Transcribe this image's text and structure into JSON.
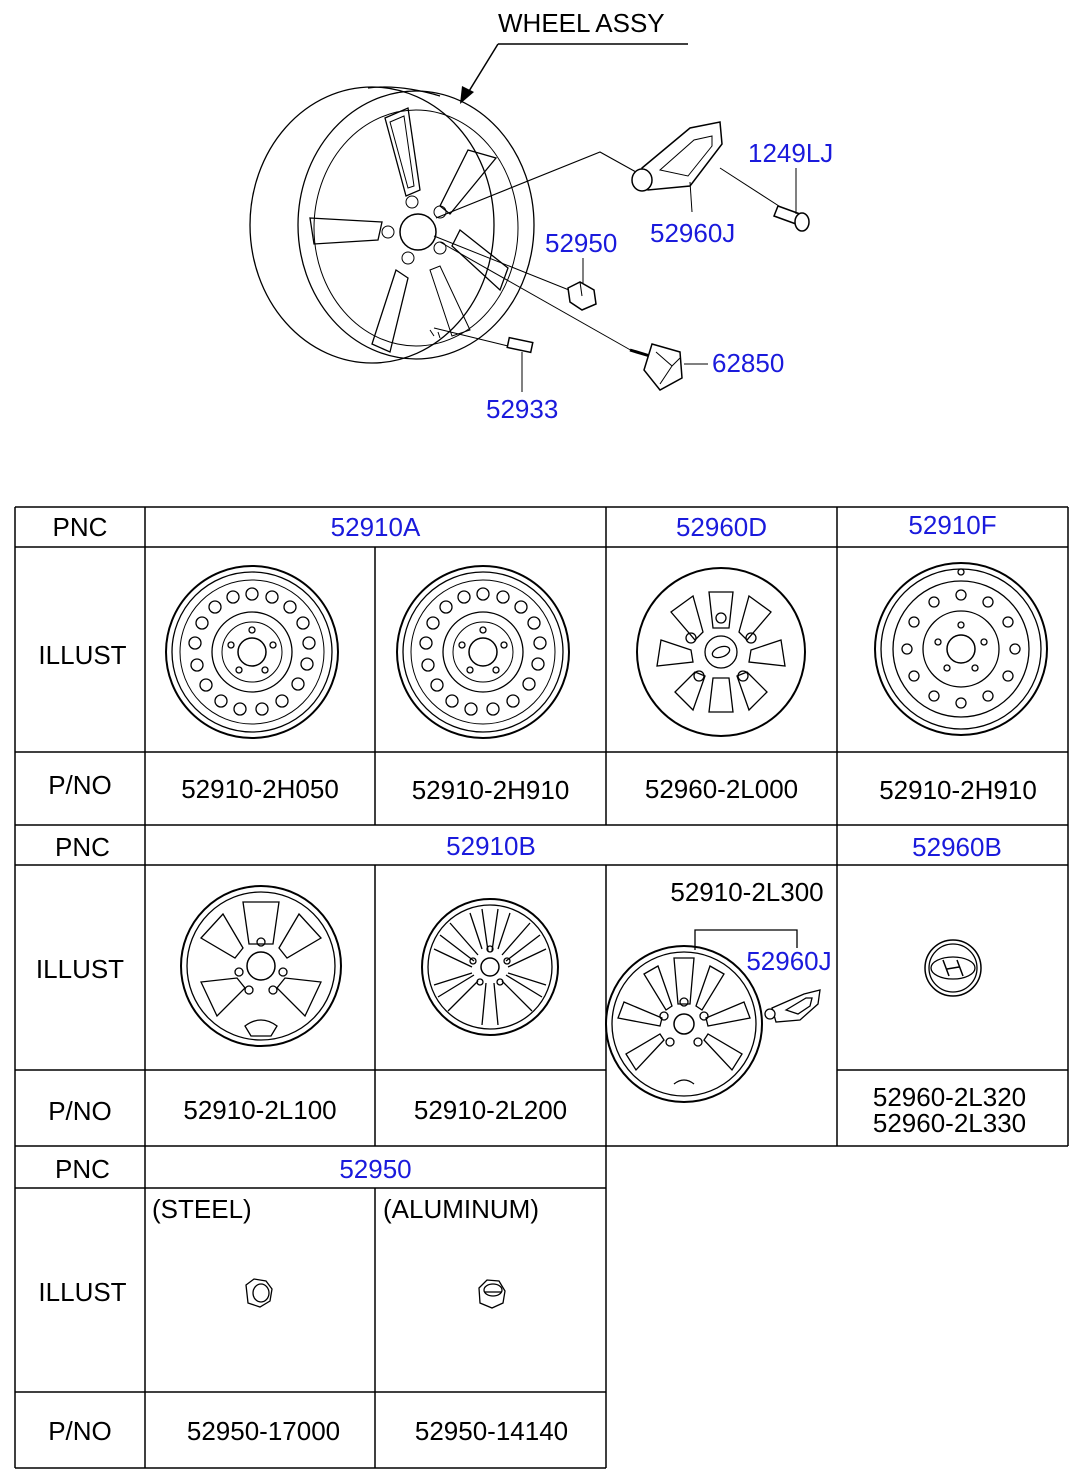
{
  "diagram": {
    "title": "WHEEL ASSY",
    "callouts": {
      "c1249lj": "1249LJ",
      "c52960j": "52960J",
      "c52950": "52950",
      "c62850": "62850",
      "c52933": "52933"
    }
  },
  "table": {
    "row_pnc": "PNC",
    "row_illust": "ILLUST",
    "row_pno": "P/NO",
    "section1": {
      "pnc": [
        "52910A",
        "52960D",
        "52910F"
      ],
      "pno": [
        "52910-2H050",
        "52910-2H910",
        "52960-2L000",
        "52910-2H910"
      ]
    },
    "section2": {
      "pnc": [
        "52910B",
        "52960B"
      ],
      "pno": [
        "52910-2L100",
        "52910-2L200"
      ],
      "combo_pno": "52910-2L300",
      "combo_part": "52960J",
      "cap_pno_1": "52960-2L320",
      "cap_pno_2": "52960-2L330"
    },
    "section3": {
      "pnc": "52950",
      "steel_label": "(STEEL)",
      "aluminum_label": "(ALUMINUM)",
      "pno": [
        "52950-17000",
        "52950-14140"
      ]
    }
  },
  "colors": {
    "callout": "#1a1adc",
    "line": "#000000"
  }
}
